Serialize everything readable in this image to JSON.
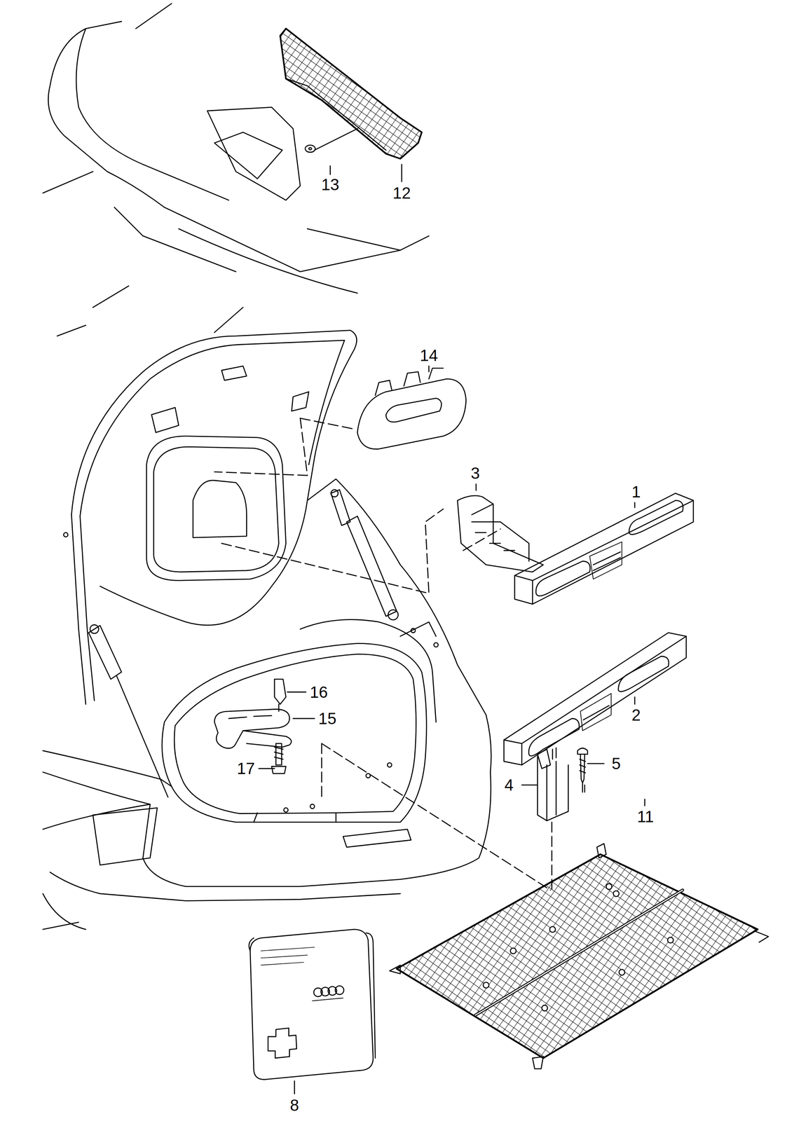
{
  "diagram": {
    "labels": [
      "13",
      "12",
      "14",
      "3",
      "1",
      "16",
      "15",
      "2",
      "17",
      "5",
      "4",
      "11",
      "8"
    ]
  }
}
